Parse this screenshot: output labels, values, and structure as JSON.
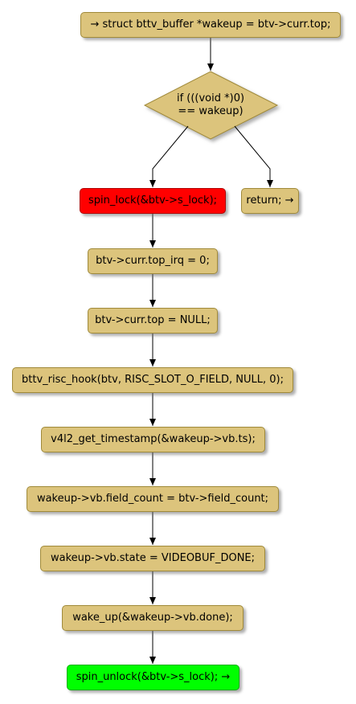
{
  "colors": {
    "node_fill": "#dcc47c",
    "node_border": "#a08a3a",
    "start_fill": "#ff0000",
    "end_fill": "#00ff00",
    "edge": "#000000"
  },
  "nodes": {
    "start": "→ struct bttv_buffer *wakeup = btv->curr.top;",
    "decision_line1": "if (((void *)0)",
    "decision_line2": "== wakeup)",
    "spin_lock": "spin_lock(&btv->s_lock);",
    "return": "return; →",
    "top_irq": "btv->curr.top_irq = 0;",
    "curr_top": "btv->curr.top = NULL;",
    "risc_hook": "bttv_risc_hook(btv, RISC_SLOT_O_FIELD, NULL, 0);",
    "timestamp": "v4l2_get_timestamp(&wakeup->vb.ts);",
    "field_count": "wakeup->vb.field_count = btv->field_count;",
    "state": "wakeup->vb.state = VIDEOBUF_DONE;",
    "wake_up": "wake_up(&wakeup->vb.done);",
    "spin_unlock": "spin_unlock(&btv->s_lock); →"
  }
}
